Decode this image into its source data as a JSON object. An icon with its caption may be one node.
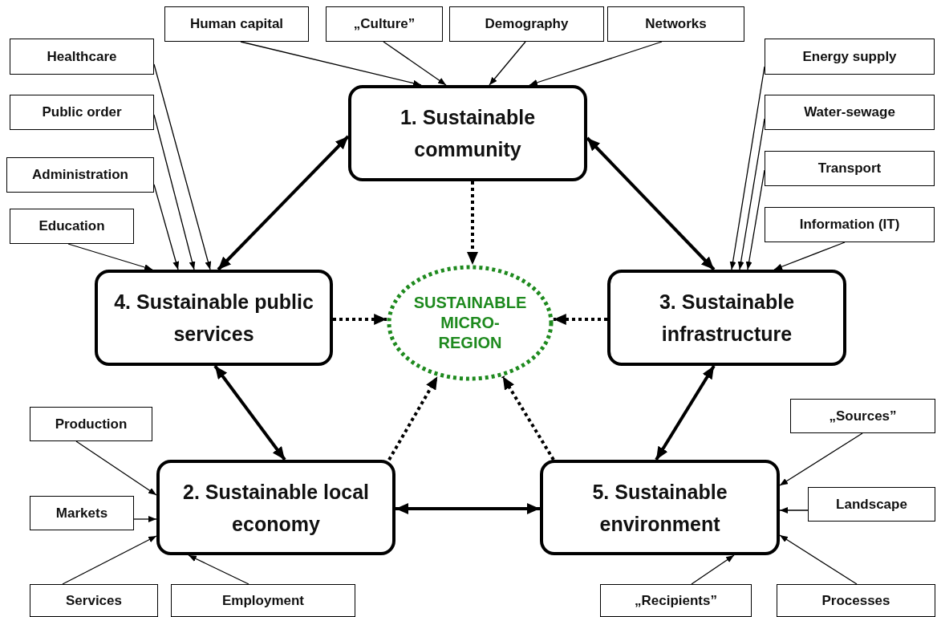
{
  "diagram": {
    "nodes": [
      {
        "text": [
          "Human capital"
        ]
      },
      {
        "text": [
          "„Culture”"
        ]
      },
      {
        "text": [
          "Demography"
        ]
      },
      {
        "text": [
          "Networks"
        ]
      },
      {
        "text": [
          "Healthcare"
        ]
      },
      {
        "text": [
          "Energy supply"
        ]
      },
      {
        "text": [
          "1. Sustainable community"
        ]
      },
      {
        "text": [
          "Public order"
        ]
      },
      {
        "text": [
          "Water-sewage"
        ]
      },
      {
        "text": [
          "Administration"
        ]
      },
      {
        "text": [
          "Transport"
        ]
      },
      {
        "text": [
          "Education"
        ]
      },
      {
        "text": [
          "Information (IT)"
        ]
      },
      {
        "text": [
          "4. Sustainable public services"
        ]
      },
      {
        "text": [
          "SUSTAINABLE MICRO-REGION"
        ]
      },
      {
        "text": [
          "3. Sustainable infrastructure"
        ]
      },
      {
        "text": [
          "Production"
        ]
      },
      {
        "text": [
          "„Sources”"
        ]
      },
      {
        "text": [
          "2. Sustainable local economy"
        ]
      },
      {
        "text": [
          "5. Sustainable environment"
        ]
      },
      {
        "text": [
          "Markets"
        ]
      },
      {
        "text": [
          "Landscape"
        ]
      },
      {
        "text": [
          "Services"
        ]
      },
      {
        "text": [
          "Employment"
        ]
      },
      {
        "text": [
          "„Recipients”"
        ]
      },
      {
        "text": [
          "Processes"
        ]
      }
    ],
    "edges": [
      {
        "from": 0,
        "to": 6,
        "arrow": "to"
      },
      {
        "from": 1,
        "to": 6,
        "arrow": "to"
      },
      {
        "from": 2,
        "to": 6,
        "arrow": "to"
      },
      {
        "from": 3,
        "to": 6,
        "arrow": "to"
      },
      {
        "from": 4,
        "to": 13,
        "arrow": "to"
      },
      {
        "from": 7,
        "to": 13,
        "arrow": "to"
      },
      {
        "from": 9,
        "to": 13,
        "arrow": "to"
      },
      {
        "from": 11,
        "to": 13,
        "arrow": "to"
      },
      {
        "from": 5,
        "to": 15,
        "arrow": "to"
      },
      {
        "from": 8,
        "to": 15,
        "arrow": "to"
      },
      {
        "from": 10,
        "to": 15,
        "arrow": "to"
      },
      {
        "from": 12,
        "to": 15,
        "arrow": "to"
      },
      {
        "from": 6,
        "to": 13,
        "arrow": "both",
        "style": "thick"
      },
      {
        "from": 6,
        "to": 15,
        "arrow": "both",
        "style": "thick"
      },
      {
        "from": 13,
        "to": 18,
        "arrow": "both",
        "style": "thick"
      },
      {
        "from": 15,
        "to": 19,
        "arrow": "both",
        "style": "thick"
      },
      {
        "from": 18,
        "to": 19,
        "arrow": "both",
        "style": "thick"
      },
      {
        "from": 6,
        "to": 14,
        "arrow": "to",
        "style": "dashed"
      },
      {
        "from": 13,
        "to": 14,
        "arrow": "to",
        "style": "dashed"
      },
      {
        "from": 15,
        "to": 14,
        "arrow": "to",
        "style": "dashed"
      },
      {
        "from": 18,
        "to": 14,
        "arrow": "to",
        "style": "dashed"
      },
      {
        "from": 19,
        "to": 14,
        "arrow": "to",
        "style": "dashed"
      },
      {
        "from": 16,
        "to": 18,
        "arrow": "to"
      },
      {
        "from": 20,
        "to": 18,
        "arrow": "to"
      },
      {
        "from": 22,
        "to": 18,
        "arrow": "to"
      },
      {
        "from": 23,
        "to": 18,
        "arrow": "to"
      },
      {
        "from": 17,
        "to": 19,
        "arrow": "to"
      },
      {
        "from": 21,
        "to": 19,
        "arrow": "to"
      },
      {
        "from": 24,
        "to": 19,
        "arrow": "to"
      },
      {
        "from": 25,
        "to": 19,
        "arrow": "to"
      }
    ]
  }
}
